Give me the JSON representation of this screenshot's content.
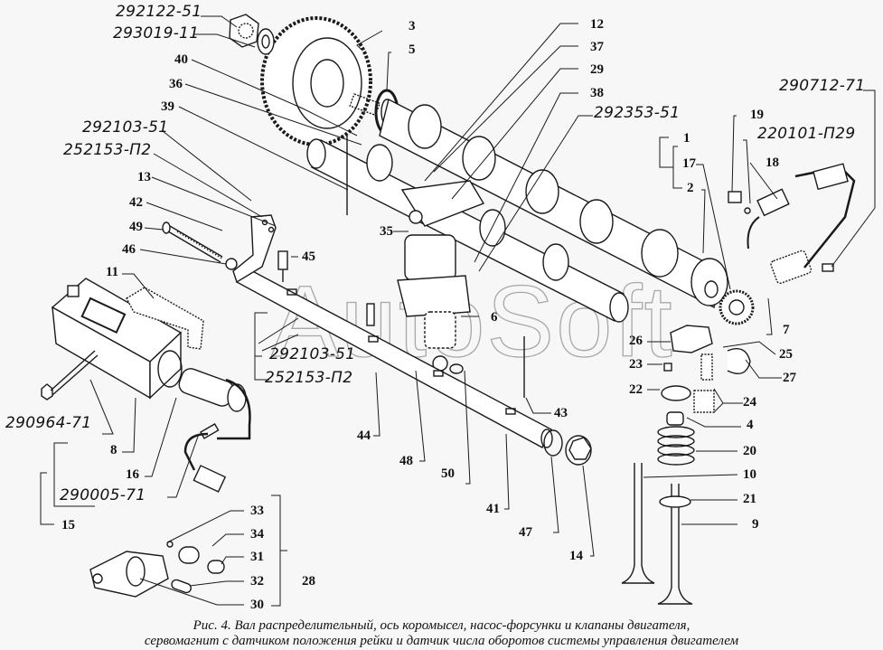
{
  "figure": {
    "watermark": "AutoSoft",
    "caption_line1": "Рис. 4. Вал распределительный, ось коромысел, насос-форсунки и клапаны двигателя,",
    "caption_line2": "сервомагнит с датчиком положения рейки и датчик числа оборотов системы управления двигателем"
  },
  "part_numbers": {
    "pn_292122_51": "292122-51",
    "pn_293019_11": "293019-11",
    "pn_292103_51_top": "292103-51",
    "pn_252153_p2_top": "252153-П2",
    "pn_292353_51": "292353-51",
    "pn_290712_71": "290712-71",
    "pn_220101_p29": "220101-П29",
    "pn_292103_51_mid": "292103-51",
    "pn_252153_p2_mid": "252153-П2",
    "pn_290964_71": "290964-71",
    "pn_290005_71": "290005-71"
  },
  "callouts": {
    "c1": "1",
    "c2": "2",
    "c3": "3",
    "c4": "4",
    "c5": "5",
    "c6": "6",
    "c7": "7",
    "c8": "8",
    "c9": "9",
    "c10": "10",
    "c11": "11",
    "c12": "12",
    "c13": "13",
    "c14": "14",
    "c15": "15",
    "c16": "16",
    "c17": "17",
    "c18": "18",
    "c19": "19",
    "c20": "20",
    "c21": "21",
    "c22": "22",
    "c23": "23",
    "c24": "24",
    "c25": "25",
    "c26": "26",
    "c27": "27",
    "c28": "28",
    "c29": "29",
    "c30": "30",
    "c31": "31",
    "c32": "32",
    "c33": "33",
    "c34": "34",
    "c35": "35",
    "c36": "36",
    "c37": "37",
    "c38": "38",
    "c39": "39",
    "c40": "40",
    "c41": "41",
    "c42": "42",
    "c43": "43",
    "c44": "44",
    "c45": "45",
    "c46": "46",
    "c47": "47",
    "c48": "48",
    "c49": "49",
    "c50": "50"
  }
}
